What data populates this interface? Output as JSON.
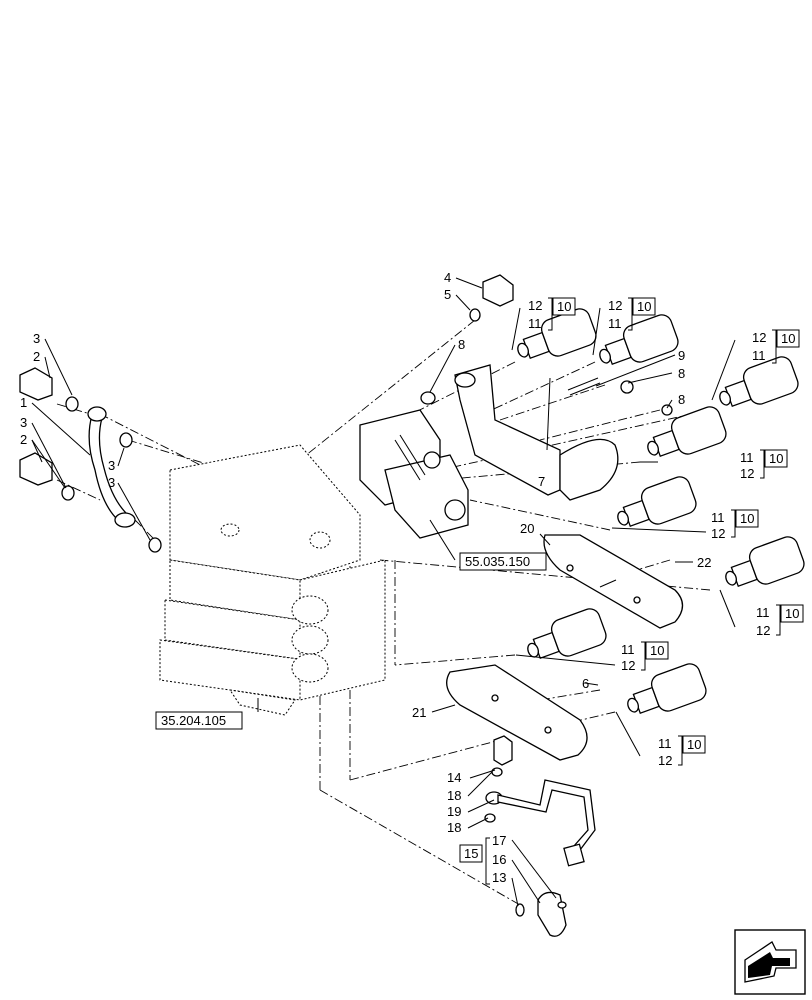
{
  "labels": {
    "l1": "1",
    "l2a": "2",
    "l2b": "2",
    "l3a": "3",
    "l3b": "3",
    "l3c": "3",
    "l3d": "3",
    "l4": "4",
    "l5": "5",
    "l6": "6",
    "l7": "7",
    "l8a": "8",
    "l8b": "8",
    "l8c": "8",
    "l9": "9",
    "l11a": "11",
    "l11b": "11",
    "l11c": "11",
    "l11d": "11",
    "l11e": "11",
    "l11f": "11",
    "l11g": "11",
    "l11h": "11",
    "l12a": "12",
    "l12b": "12",
    "l12c": "12",
    "l12d": "12",
    "l12e": "12",
    "l12f": "12",
    "l12g": "12",
    "l12h": "12",
    "l10a": "10",
    "l10b": "10",
    "l10c": "10",
    "l10d": "10",
    "l10e": "10",
    "l10f": "10",
    "l10g": "10",
    "l10h": "10",
    "l13": "13",
    "l14": "14",
    "l15": "15",
    "l16": "16",
    "l17": "17",
    "l18a": "18",
    "l18b": "18",
    "l19": "19",
    "l20": "20",
    "l21": "21",
    "l22": "22"
  },
  "references": {
    "ref_55": "55.035.150",
    "ref_35": "35.204.105"
  },
  "icons": {
    "nav": "next-page-arrow-icon"
  }
}
